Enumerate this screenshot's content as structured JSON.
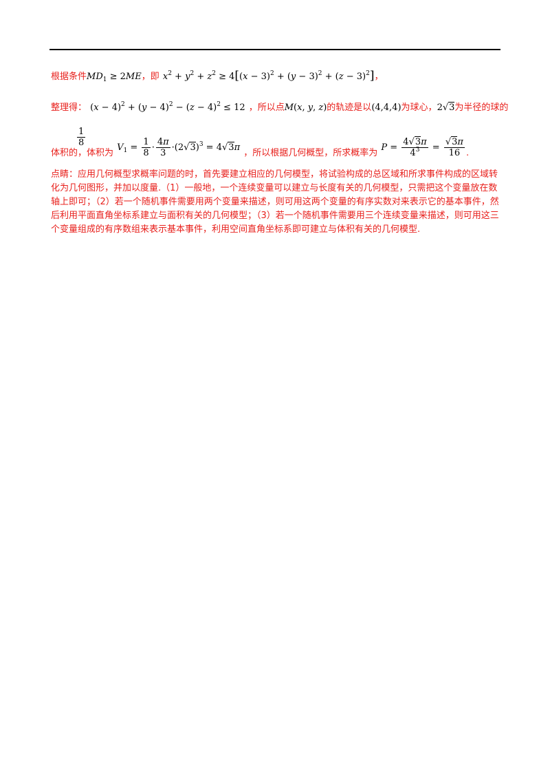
{
  "line1": {
    "t1": "根据条件",
    "m1": "MD₁ ≥ 2ME",
    "t2": "，即",
    "m2": "x² + y² + z² ≥ 4[(x − 3)² + (y − 3)² + (z − 3)²]",
    "t3": "，"
  },
  "line2": {
    "t1": "整理得：",
    "m1": "(x − 4)² + (y − 4)² − (z − 4)² ≤ 12",
    "t2": "，所以点",
    "m2": "M(x, y, z)",
    "t3": "的轨迹是以",
    "m3": "(4,4,4)",
    "t4": "为球心，",
    "m4": "2√3",
    "t5": "为半径的球的"
  },
  "line3": {
    "frac_num": "1",
    "frac_den": "8",
    "t1": "，体积为",
    "m1": "V₁ = 1/8 · 4π/3 · (2√3)³ = 4√3π",
    "t2": "，所以根据几何概型，所求概率为",
    "m2": "P = 4√3π/4³ = √3π/16",
    "t3": "体积的",
    "t4": "."
  },
  "note": "点睛：应用几何概型求概率问题的时，首先要建立相应的几何模型，将试验构成的总区域和所求事件构成的区域转化为几何图形，并加以度量.（1）一般地，一个连续变量可以建立与长度有关的几何模型，只需把这个变量放在数轴上即可；（2）若一个随机事件需要用两个变量来描述，则可用这两个变量的有序实数对来表示它的基本事件，然后利用平面直角坐标系建立与面积有关的几何模型；（3）若一个随机事件需要用三个连续变量来描述，则可用这三个变量组成的有序数组来表示基本事件，利用空间直角坐标系即可建立与体积有关的几何模型.",
  "colors": {
    "text_red": "#e8201c",
    "rule": "#000000"
  }
}
